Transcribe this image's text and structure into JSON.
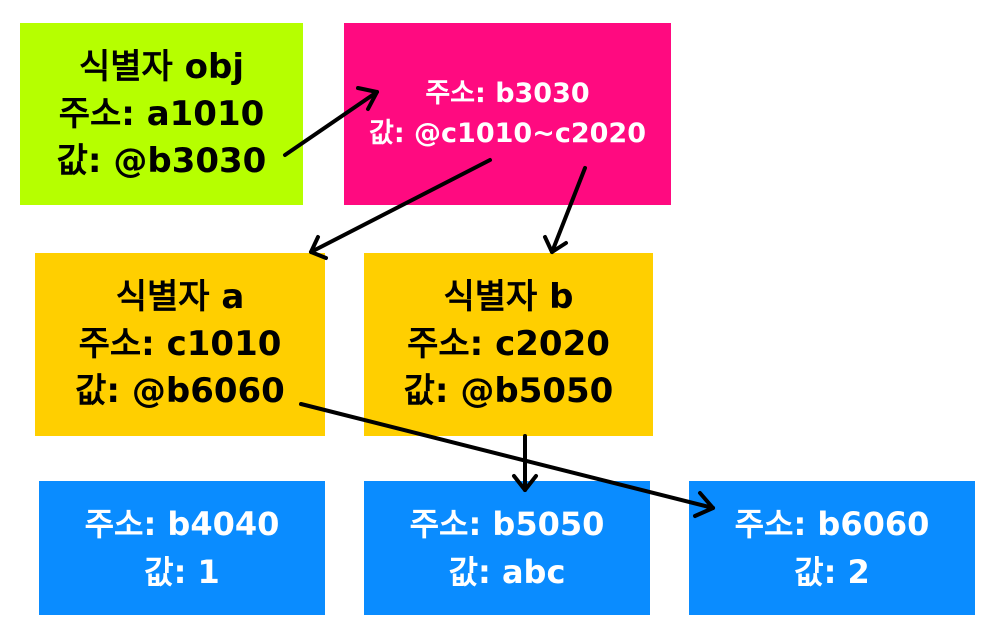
{
  "colors": {
    "identifier_obj": "#b6ff00",
    "object": "#ff0a80",
    "identifier_prop": "#ffcf00",
    "value": "#0a8cff",
    "arrow": "#000000"
  },
  "boxes": {
    "obj": {
      "lines": [
        "식별자 obj",
        "주소: a1010",
        "값: @b3030"
      ]
    },
    "b3030": {
      "lines": [
        "주소: b3030",
        "값: @c1010~c2020"
      ]
    },
    "a": {
      "lines": [
        "식별자 a",
        "주소: c1010",
        "값: @b6060"
      ]
    },
    "b": {
      "lines": [
        "식별자 b",
        "주소: c2020",
        "값: @b5050"
      ]
    },
    "b4040": {
      "lines": [
        "주소: b4040",
        "값: 1"
      ]
    },
    "b5050": {
      "lines": [
        "주소: b5050",
        "값: abc"
      ]
    },
    "b6060": {
      "lines": [
        "주소: b6060",
        "값: 2"
      ]
    }
  }
}
